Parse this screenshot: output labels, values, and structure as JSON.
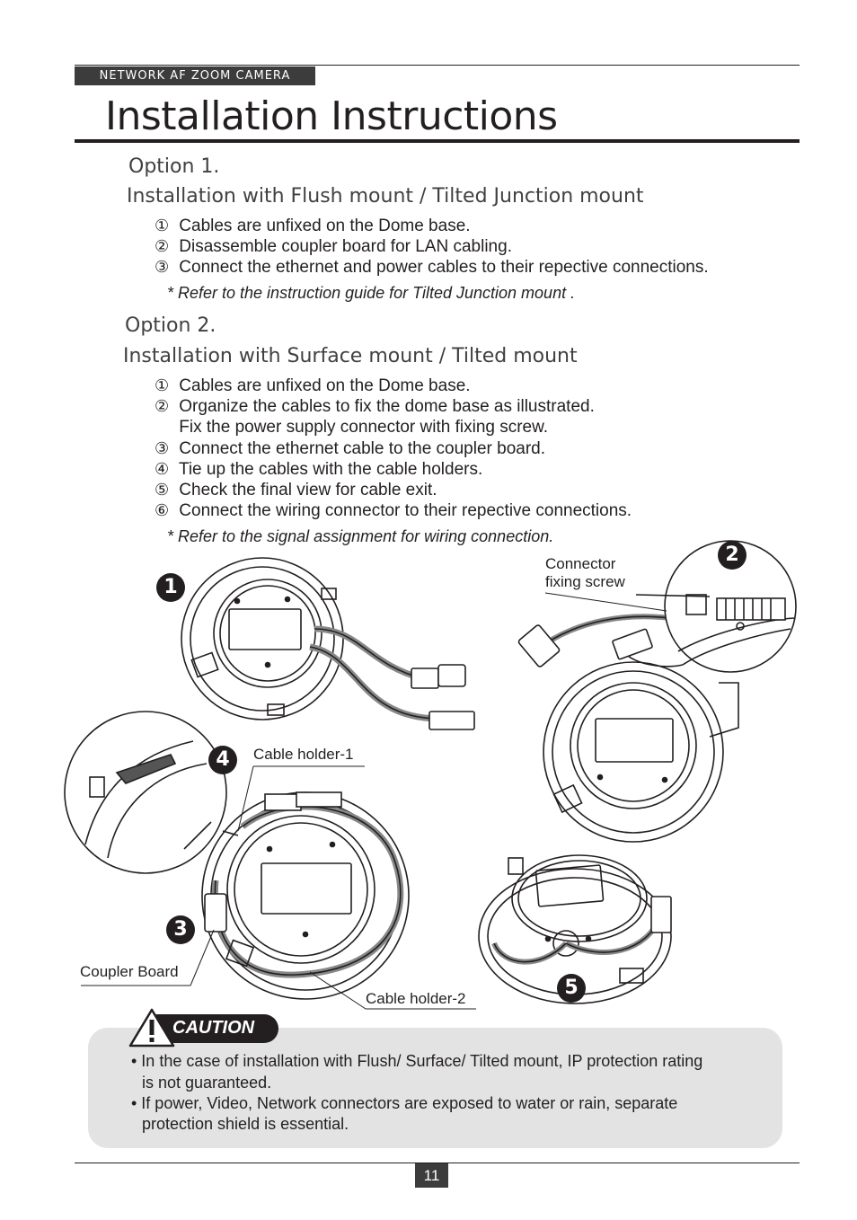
{
  "header": {
    "tag": "NETWORK AF ZOOM CAMERA",
    "title": "Installation Instructions"
  },
  "option1": {
    "heading": "Option 1.",
    "subheading": "Installation with Flush mount / Tilted Junction mount",
    "steps": [
      {
        "num": "①",
        "text": "Cables are unfixed on the Dome base."
      },
      {
        "num": "②",
        "text": "Disassemble coupler board for LAN cabling."
      },
      {
        "num": "③",
        "text": "Connect the ethernet and power cables to their repective connections."
      }
    ],
    "note": "* Refer to the instruction guide for Tilted Junction mount ."
  },
  "option2": {
    "heading": "Option 2.",
    "subheading": "Installation with Surface mount / Tilted mount",
    "steps": [
      {
        "num": "①",
        "text": "Cables are unfixed on the Dome base."
      },
      {
        "num": "②",
        "text": "Organize the cables to fix the dome base as illustrated."
      },
      {
        "num": "",
        "text": "Fix the power supply connector with fixing screw."
      },
      {
        "num": "③",
        "text": "Connect the ethernet cable to the coupler board."
      },
      {
        "num": "④",
        "text": "Tie up the cables with the cable holders."
      },
      {
        "num": "⑤",
        "text": "Check the final view for cable exit."
      },
      {
        "num": "⑥",
        "text": "Connect the wiring connector to their repective connections."
      }
    ],
    "note": "* Refer to the signal assignment for wiring connection."
  },
  "figure": {
    "badges": [
      "1",
      "2",
      "3",
      "4",
      "5"
    ],
    "labels": {
      "connector_line1": "Connector",
      "connector_line2": "fixing screw",
      "cable_holder_1": "Cable holder-1",
      "cable_holder_2": "Cable holder-2",
      "coupler_board": "Coupler Board"
    }
  },
  "caution": {
    "title": "CAUTION",
    "bullets": [
      {
        "line1": "• In the case of installation with Flush/ Surface/ Tilted mount, IP protection rating",
        "line2": "is not guaranteed."
      },
      {
        "line1": "• If power, Video, Network connectors are exposed to water or rain, separate",
        "line2": "protection shield is essential."
      }
    ]
  },
  "footer": {
    "page_number": "11"
  }
}
